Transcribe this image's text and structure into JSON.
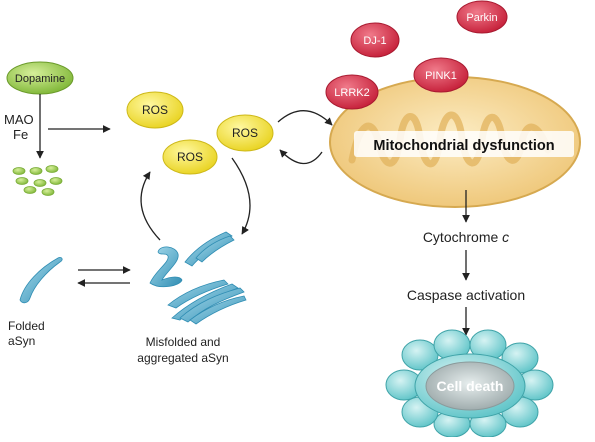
{
  "nodes": {
    "dopamine": "Dopamine",
    "mao": "MAO",
    "fe": "Fe",
    "ros": [
      "ROS",
      "ROS",
      "ROS"
    ],
    "dj1": "DJ-1",
    "parkin": "Parkin",
    "pink1": "PINK1",
    "lrrk2": "LRRK2",
    "mito_dysfunction": "Mitochondrial dysfunction",
    "cytochrome": "Cytochrome ",
    "cytochrome_italic": "c",
    "caspase": "Caspase activation",
    "cell_death": "Cell death",
    "folded_line1": "Folded",
    "folded_line2": "aSyn",
    "misfolded_line1": "Misfolded and",
    "misfolded_line2": "aggregated aSyn"
  },
  "colors": {
    "dopamine_fill": "#8fc43f",
    "ros_fill": "#f5e63a",
    "gene_fill": "#d9314a",
    "mito_fill": "#f3d68f",
    "cell_fill": "#7fd0d3",
    "fibril_fill": "#4aa6c8",
    "dots_fill": "#a9d26a",
    "arrow": "#222222"
  }
}
